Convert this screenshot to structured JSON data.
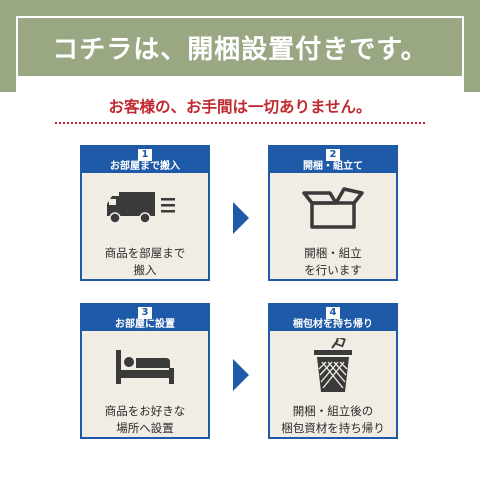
{
  "banner": {
    "title": "コチラは、開梱設置付きです。"
  },
  "subtitle": "お客様の、お手間は一切ありません。",
  "steps": [
    {
      "number": "1",
      "title": "お部屋まで搬入",
      "icon": "truck-icon",
      "lines": [
        "商品を部屋まで",
        "搬入"
      ]
    },
    {
      "number": "2",
      "title": "開梱・組立て",
      "icon": "box-icon",
      "lines": [
        "開梱・組立",
        "を行います"
      ]
    },
    {
      "number": "3",
      "title": "お部屋に設置",
      "icon": "bed-icon",
      "lines": [
        "商品をお好きな",
        "場所へ設置"
      ]
    },
    {
      "number": "4",
      "title": "梱包材を持ち帰り",
      "icon": "trash-bin-icon",
      "lines": [
        "開梱・組立後の",
        "梱包資材を持ち帰り"
      ]
    }
  ],
  "colors": {
    "banner": "#9aa783",
    "accent_red": "#c0282e",
    "step_blue": "#1e5aa8",
    "card_bg": "#f1ede4",
    "icon_dark": "#3a3a3a"
  }
}
